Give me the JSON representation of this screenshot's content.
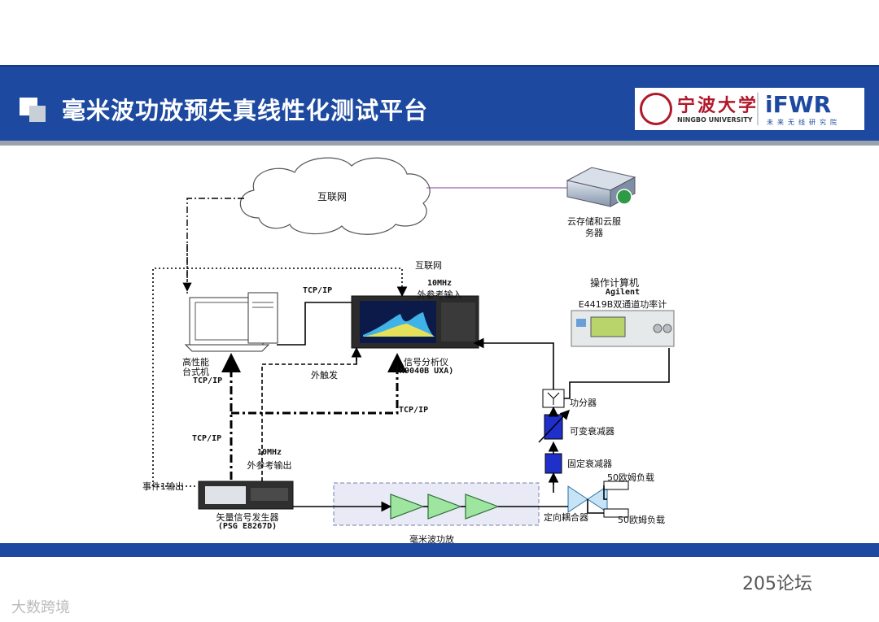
{
  "slide": {
    "title": "毫米波功放预失真线性化测试平台",
    "logo": {
      "cn": "宁波大学",
      "en": "NINGBO UNIVERSITY",
      "brand": "iFWR",
      "brand_sub": "未来无线研究院"
    }
  },
  "diagram": {
    "cloud_label": "互联网",
    "server_label": [
      "云存储和云服",
      "务器"
    ],
    "internet_label": "互联网",
    "ref_in_label": [
      "10MHz",
      "外参考输入"
    ],
    "tcpip_top": "TCP/IP",
    "computer_label": [
      "高性能",
      "台式机"
    ],
    "trigger_label": "外触发",
    "analyzer_label": [
      "信号分析仪",
      "(N9040B UXA)"
    ],
    "tcpip_left1": "TCP/IP",
    "tcpip_right": "TCP/IP",
    "tcpip_left2": "TCP/IP",
    "ref_out_label": [
      "10MHz",
      "外参考输出"
    ],
    "event_label": "事件1输出",
    "siggen_label": [
      "矢量信号发生器",
      "(PSG E8267D)"
    ],
    "pa_label": "毫米波功放",
    "op_computer_label": "操作计算机",
    "powermeter_label": [
      "Agilent",
      "E4419B双通道功率计"
    ],
    "splitter_label": "功分器",
    "var_att_label": "可变衰减器",
    "fixed_att_label": "固定衰减器",
    "load_label_1": "50欧姆负载",
    "coupler_label": "定向耦合器",
    "load_label_2": "50欧姆负载"
  },
  "colors": {
    "title_bar": "#1d4aa0",
    "amp_green": "#9ee6a0",
    "attenuator_blue": "#1f2fc9"
  },
  "watermarks": {
    "wechat": "205论坛",
    "corner": "大数跨境"
  }
}
